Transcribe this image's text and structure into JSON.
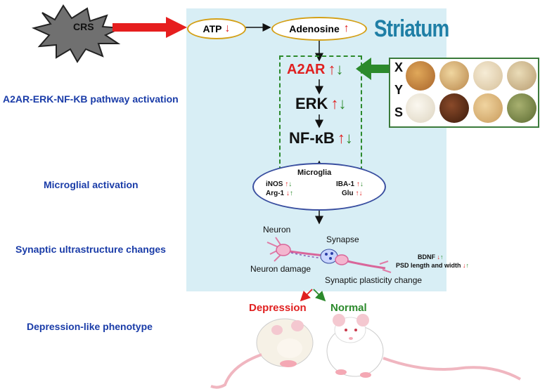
{
  "left_labels": [
    "A2AR-ERK-NF-KB pathway activation",
    "Microglial activation",
    "Synaptic ultrastructure changes",
    "Depression-like phenotype"
  ],
  "crs_label": "CRS",
  "atp_label": "ATP",
  "adenosine_label": "Adenosine",
  "striatum_title": "Striatum",
  "pathway": {
    "a2ar": "A2AR",
    "erk": "ERK",
    "nfkb": "NF-κB"
  },
  "xys_letters": [
    "X",
    "Y",
    "S"
  ],
  "microglia": {
    "title": "Microglia",
    "inos": "iNOS",
    "arg1": "Arg-1",
    "iba1": "IBA-1",
    "glu": "Glu"
  },
  "neuron": {
    "neuron": "Neuron",
    "synapse": "Synapse",
    "neuron_damage": "Neuron damage",
    "plasticity": "Synaptic plasticity change",
    "bdnf": "BDNF",
    "psd": "PSD length and width"
  },
  "outcomes": {
    "depression": "Depression",
    "normal": "Normal"
  },
  "arrows": {
    "up": "↑",
    "down": "↓"
  },
  "colors": {
    "background_region": "#d8eef5",
    "label_blue": "#1a3ca8",
    "up_red": "#e02020",
    "down_green": "#2c8a2c",
    "oval_border": "#d4a017"
  }
}
